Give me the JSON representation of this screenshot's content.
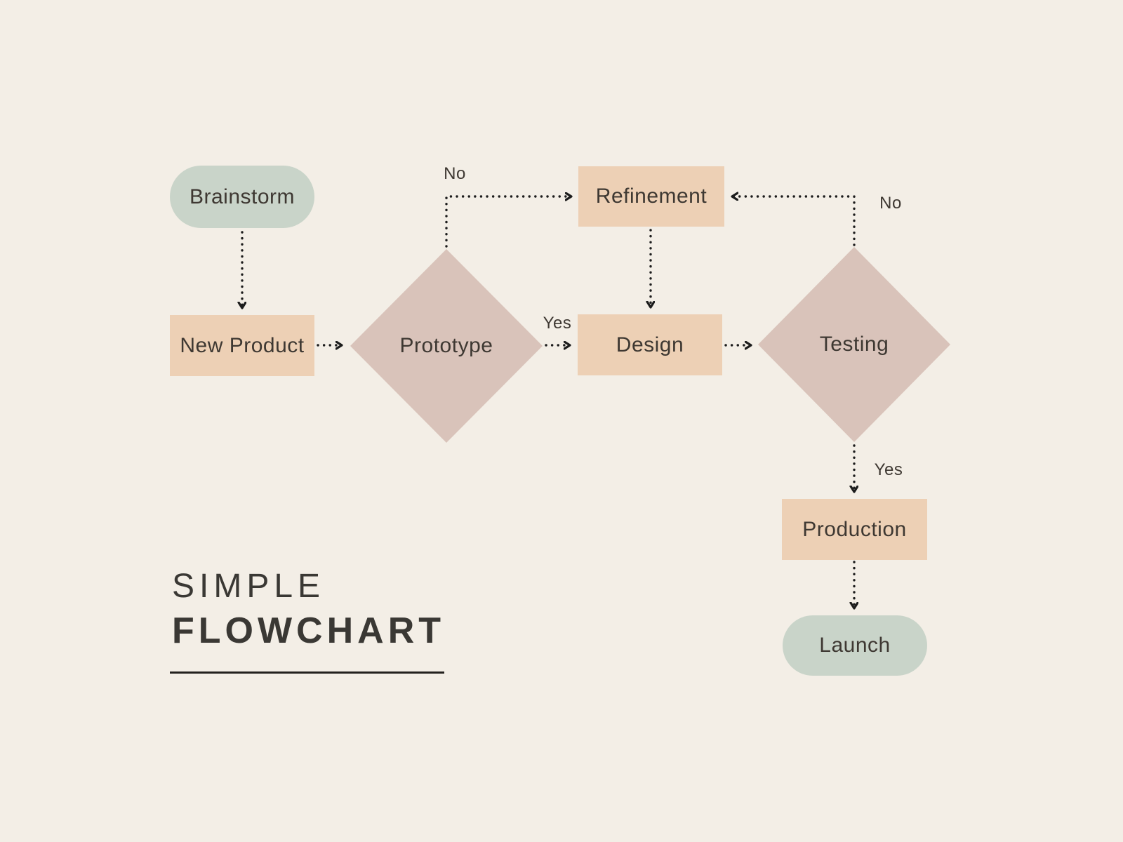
{
  "title": {
    "line1": "SIMPLE",
    "line2": "FLOWCHART"
  },
  "nodes": {
    "brainstorm": {
      "label": "Brainstorm",
      "shape": "terminal"
    },
    "new_product": {
      "label": "New Product",
      "shape": "process"
    },
    "prototype": {
      "label": "Prototype",
      "shape": "decision"
    },
    "refinement": {
      "label": "Refinement",
      "shape": "process"
    },
    "design": {
      "label": "Design",
      "shape": "process"
    },
    "testing": {
      "label": "Testing",
      "shape": "decision"
    },
    "production": {
      "label": "Production",
      "shape": "process"
    },
    "launch": {
      "label": "Launch",
      "shape": "terminal"
    }
  },
  "edges": [
    {
      "from": "Brainstorm",
      "to": "New Product",
      "label": ""
    },
    {
      "from": "New Product",
      "to": "Prototype",
      "label": ""
    },
    {
      "from": "Prototype",
      "to": "Refinement",
      "label": "No"
    },
    {
      "from": "Prototype",
      "to": "Design",
      "label": "Yes"
    },
    {
      "from": "Refinement",
      "to": "Design",
      "label": ""
    },
    {
      "from": "Design",
      "to": "Testing",
      "label": ""
    },
    {
      "from": "Testing",
      "to": "Refinement",
      "label": "No"
    },
    {
      "from": "Testing",
      "to": "Production",
      "label": "Yes"
    },
    {
      "from": "Production",
      "to": "Launch",
      "label": ""
    }
  ],
  "colors": {
    "background": "#f3eee6",
    "terminal": "#c9d4c9",
    "process": "#edd0b5",
    "decision": "#d9c3ba",
    "text": "#3e3832",
    "arrow": "#1c1c1c",
    "title": "#3a3834",
    "rule": "#23211e"
  }
}
